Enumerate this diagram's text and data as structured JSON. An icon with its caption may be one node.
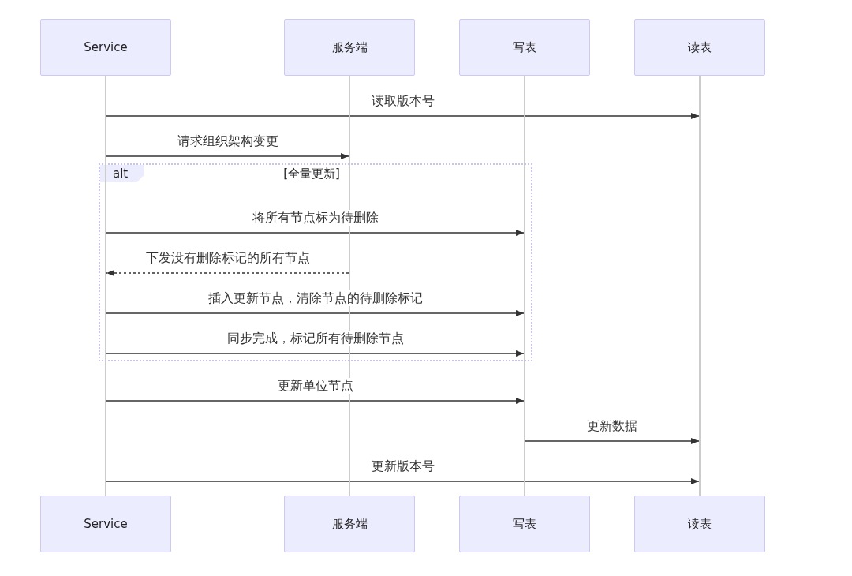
{
  "diagram": {
    "nodes": [
      {
        "text": [
          "Service"
        ]
      },
      {
        "text": [
          "服务端"
        ]
      },
      {
        "text": [
          "写表"
        ]
      },
      {
        "text": [
          "读表"
        ]
      },
      {
        "text": [],
        "shape": "bar"
      },
      {
        "text": [],
        "shape": "bar"
      },
      {
        "text": [],
        "shape": "bar"
      },
      {
        "text": [],
        "shape": "bar"
      },
      {
        "text": [
          "Service"
        ]
      },
      {
        "text": [
          "服务端"
        ]
      },
      {
        "text": [
          "写表"
        ]
      },
      {
        "text": [
          "读表"
        ]
      }
    ],
    "edges": [
      {
        "from": 4,
        "to": 7,
        "arrow": "to",
        "label": "读取版本号"
      },
      {
        "from": 4,
        "to": 5,
        "arrow": "to",
        "label": "请求组织架构变更"
      },
      {
        "from": 4,
        "to": 6,
        "arrow": "to",
        "label": "将所有节点标为待删除"
      },
      {
        "from": 5,
        "to": 4,
        "arrow": "to",
        "label": "下发没有删除标记的所有节点",
        "style": "dashed"
      },
      {
        "from": 4,
        "to": 6,
        "arrow": "to",
        "label": "插入更新节点，清除节点的待删除标记"
      },
      {
        "from": 4,
        "to": 6,
        "arrow": "to",
        "label": "同步完成，标记所有待删除节点"
      },
      {
        "from": 4,
        "to": 6,
        "arrow": "to",
        "label": "更新单位节点"
      },
      {
        "from": 6,
        "to": 7,
        "arrow": "to",
        "label": "更新数据"
      },
      {
        "from": 4,
        "to": 7,
        "arrow": "to",
        "label": "更新版本号"
      }
    ],
    "labels": [
      "alt",
      "[全量更新]"
    ]
  }
}
